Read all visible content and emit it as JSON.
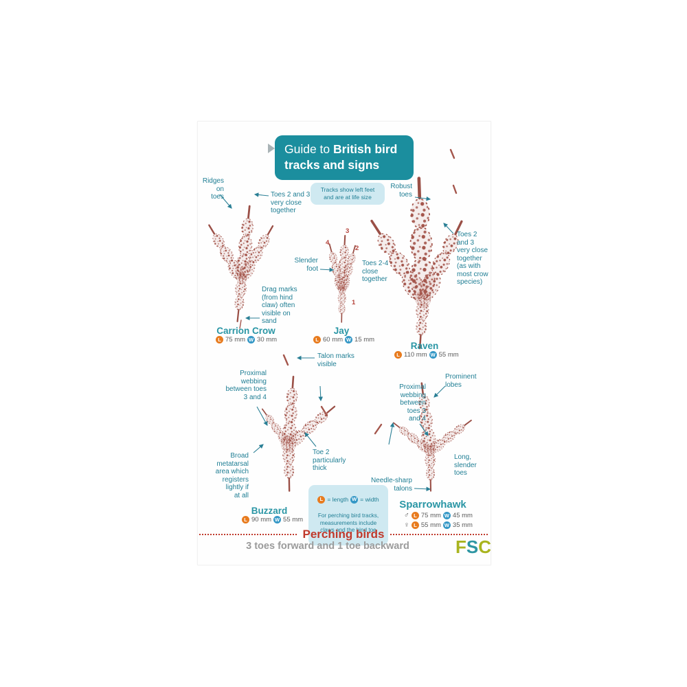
{
  "title": {
    "regular": "Guide to ",
    "bold": "British bird",
    "line2": "tracks and signs"
  },
  "note_box": "Tracks show left feet\nand are at life size",
  "legend": {
    "l_symbol": "L",
    "w_symbol": "W",
    "length_label": "= length",
    "width_label": "= width",
    "note": "For perching bird tracks,\nmeasurements include\nclaws and the hind toe"
  },
  "annotations": [
    {
      "id": "ridges-on-toes",
      "text": "Ridges on\ntoes"
    },
    {
      "id": "crow-toes-close",
      "text": "Toes 2 and 3\nvery close\ntogether"
    },
    {
      "id": "robust-toes",
      "text": "Robust\ntoes"
    },
    {
      "id": "raven-toes-close",
      "text": "Toes 2\nand 3\nvery close\ntogether\n(as with\nmost crow\nspecies)"
    },
    {
      "id": "slender-foot",
      "text": "Slender\nfoot"
    },
    {
      "id": "jay-toes-close",
      "text": "Toes 2-4\nclose\ntogether"
    },
    {
      "id": "drag-marks",
      "text": "Drag marks\n(from hind\nclaw) often\nvisible on\nsand"
    },
    {
      "id": "talon-marks",
      "text": "Talon marks\nvisible"
    },
    {
      "id": "buzzard-webbing",
      "text": "Proximal\nwebbing\nbetween toes\n3 and 4"
    },
    {
      "id": "toe-2-thick",
      "text": "Toe 2\nparticularly\nthick"
    },
    {
      "id": "broad-metatarsal",
      "text": "Broad\nmetatarsal\narea which\nregisters\nlightly if\nat all"
    },
    {
      "id": "prominent-lobes",
      "text": "Prominent\nlobes"
    },
    {
      "id": "sparrowhawk-webbing",
      "text": "Proximal\nwebbing\nbetween\ntoes 3\nand 4"
    },
    {
      "id": "long-slender-toes",
      "text": "Long,\nslender\ntoes"
    },
    {
      "id": "needle-sharp-talons",
      "text": "Needle-sharp\ntalons"
    }
  ],
  "jay_toe_numbers": {
    "t4": "4",
    "t3": "3",
    "t2": "2",
    "t1": "1"
  },
  "birds": [
    {
      "name": "Carrion Crow",
      "rows": [
        {
          "sex": "",
          "l": "75 mm",
          "w": "30 mm"
        }
      ]
    },
    {
      "name": "Jay",
      "rows": [
        {
          "sex": "",
          "l": "60 mm",
          "w": "15 mm"
        }
      ]
    },
    {
      "name": "Raven",
      "rows": [
        {
          "sex": "",
          "l": "110 mm",
          "w": "55 mm"
        }
      ]
    },
    {
      "name": "Buzzard",
      "rows": [
        {
          "sex": "",
          "l": "90 mm",
          "w": "55 mm"
        }
      ]
    },
    {
      "name": "Sparrowhawk",
      "rows": [
        {
          "sex": "♂",
          "l": "75 mm",
          "w": "45 mm"
        },
        {
          "sex": "♀",
          "l": "55 mm",
          "w": "35 mm"
        }
      ]
    }
  ],
  "footer": {
    "section_title": "Perching birds",
    "subtitle": "3 toes forward and 1 toe backward",
    "logo_f": "F",
    "logo_s": "S",
    "logo_c": "C"
  },
  "colors": {
    "title_bg": "#1b8e9e",
    "annotation_teal": "#1f7e94",
    "footprint_brown": "#a4564c",
    "accent_red": "#c0392b",
    "length_badge_orange": "#e87b1e",
    "width_badge_blue": "#3598c6",
    "logo_olive": "#a9b41f",
    "logo_teal": "#2e96a3"
  }
}
